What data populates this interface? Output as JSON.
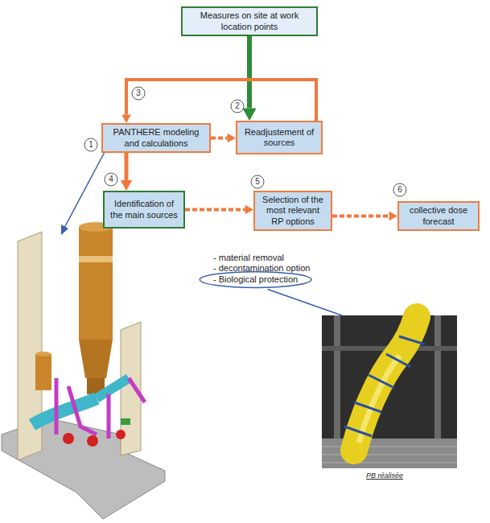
{
  "diagram": {
    "nodes": [
      {
        "text": [
          "Measures on site at work location points"
        ]
      },
      {
        "text": [
          "PANTHERE modeling and calculations"
        ]
      },
      {
        "text": [
          "Readjustement of sources"
        ]
      },
      {
        "text": [
          "Identification of the main sources"
        ]
      },
      {
        "text": [
          "Selection of the most relevant RP options"
        ]
      },
      {
        "text": [
          "collective dose forecast"
        ]
      }
    ],
    "edges": [
      {
        "from": 0,
        "to": 2,
        "arrow": "to"
      },
      {
        "from": 2,
        "to": 1,
        "arrow": "to"
      },
      {
        "from": 1,
        "to": 2,
        "arrow": "to"
      },
      {
        "from": 1,
        "to": 3,
        "arrow": "to"
      },
      {
        "from": 3,
        "to": 4,
        "arrow": "to"
      },
      {
        "from": 4,
        "to": 5,
        "arrow": "to"
      }
    ],
    "labels": [
      "3",
      "1",
      "2",
      "4",
      "5",
      "6",
      "- material removal",
      "- decontamination option",
      "- Biological protection",
      "PB réalisée"
    ]
  }
}
